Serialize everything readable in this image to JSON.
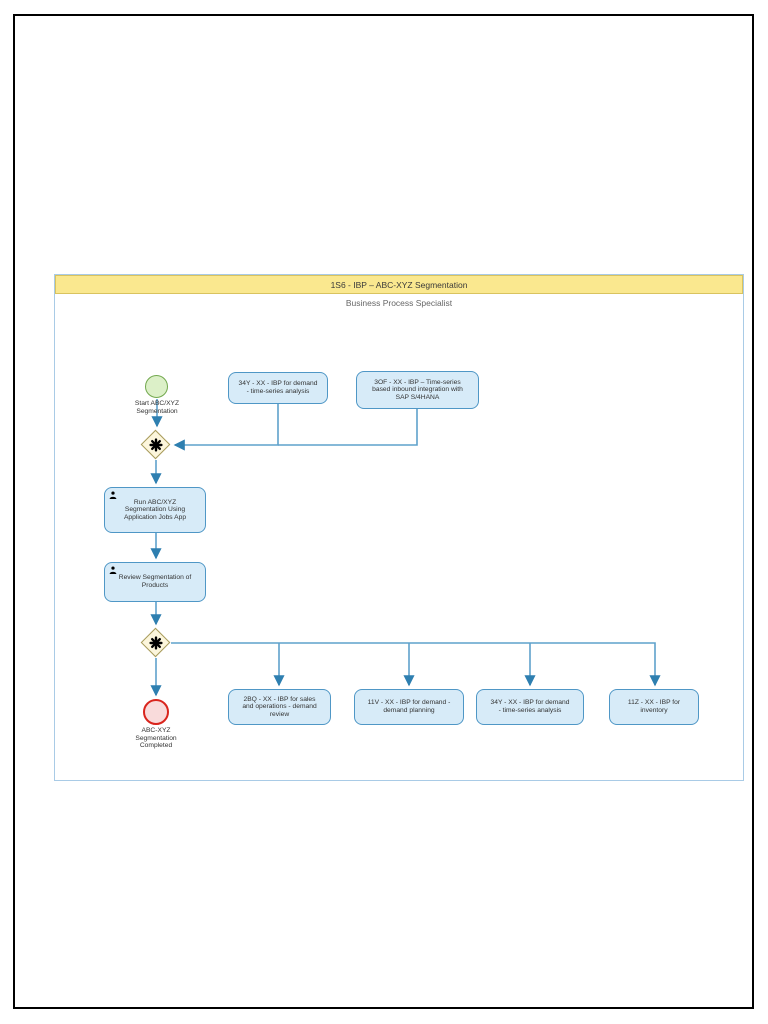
{
  "document": {
    "title_bar": "1S6 - IBP – ABC-XYZ Segmentation",
    "lane_label": "Business Process Specialist"
  },
  "colors": {
    "title_bar_bg": "#FAE88F",
    "title_bar_border": "#D9C35F",
    "container_border": "#A9CBE6",
    "node_fill": "#D7EBF8",
    "node_border": "#4F97C6",
    "connector_stroke": "#5FA2CB",
    "arrowhead_fill": "#2E7FB0",
    "start_event_fill": "#DCF0C8",
    "start_event_border": "#72A84E",
    "end_event_fill": "#F9DBDB",
    "end_event_border": "#D9251D",
    "gateway_fill": "#FCF6DC",
    "gateway_border": "#A79B5C",
    "gateway_marker": "#000000"
  },
  "nodes": {
    "start_event": "Start ABC/XYZ\nSegmentation",
    "task_run": "Run ABC/XYZ\nSegmentation Using\nApplication Jobs App",
    "task_review": "Review Segmentation of\nProducts",
    "end_event": "ABC-XYZ\nSegmentation\nCompleted",
    "ref_top": [
      "34Y - XX - IBP for demand\n- time-series analysis",
      "3OF - XX - IBP – Time-series\nbased inbound integration with\nSAP S/4HANA"
    ],
    "ref_bottom": [
      "2BQ - XX - IBP for sales\nand operations - demand\nreview",
      "11V - XX - IBP for demand -\ndemand planning",
      "34Y - XX - IBP for demand\n- time-series analysis",
      "11Z - XX - IBP for\ninventory"
    ]
  }
}
